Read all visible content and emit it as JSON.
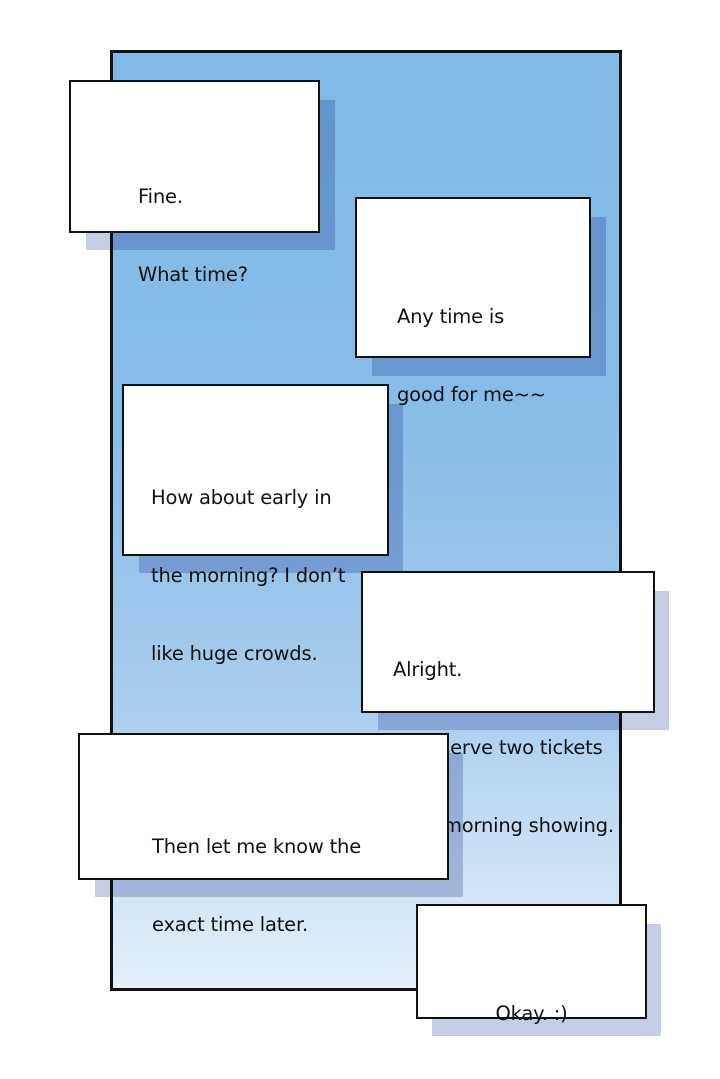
{
  "bubbles": [
    {
      "lines": [
        "Fine.",
        "What time?"
      ]
    },
    {
      "lines": [
        "Any time is",
        "good for me~~"
      ]
    },
    {
      "lines": [
        "How about early in",
        "the morning? I don’t",
        "like huge crowds."
      ]
    },
    {
      "lines": [
        "Alright.",
        "I’ll reserve two tickets",
        "for a morning showing."
      ]
    },
    {
      "lines": [
        "Then let me know the",
        "exact time later."
      ]
    },
    {
      "lines": [
        "Okay. :)"
      ]
    }
  ],
  "colors": {
    "sky_top": "#80b8e6",
    "sky_bottom": "#e4f0fa",
    "shadow": "#c5cce3"
  }
}
